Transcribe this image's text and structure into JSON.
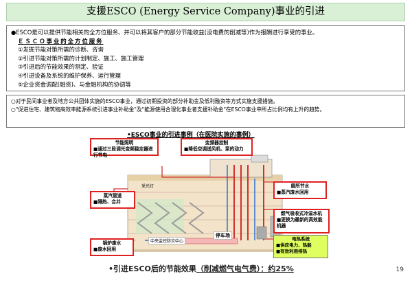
{
  "title": "支援ESCO (Energy Service Company)事业的引进",
  "intro": {
    "lead": "●ESCO是可以提供节能相关的全方位服务、并可以将其客户的部分节能收益(没电费的削减等)作为报酬进行享受的事业。",
    "subtitle": "ＥＳＣＯ事业的全方位服务",
    "items": [
      "①发掘节能对策所需的诊断、咨询",
      "②引进节能对策所需的计划制定、施工、施工管理",
      "③引进后的节能效果的测定、验证",
      "④引进设备及系统的维护保养、运行管理",
      "⑤企业资金调配(融资)、与金融机构的协调等"
    ]
  },
  "support": {
    "p1": "○对于民间事业者及地方公共团体实施的ESCO事业，通过初期投资的部分补助金及低利融资等方式实施支援措施。",
    "p2": "○\"促进住宅、建筑物高效率能源系统引进事业补助金\"及\"能源使用合理化事业者支援补助金\"在ESCO事业中所占比例均有上升的趋势。"
  },
  "example_title": "•ESCO事业的引进事例（在医院实施的事例）",
  "diagram": {
    "boxes": {
      "lighting": {
        "title": "节能照明",
        "text": "■通过三段调光变频稳定器进行节电"
      },
      "transducer": {
        "title": "变频器控制",
        "text": "■降低空调送风机、泵的动力"
      },
      "steam": {
        "title": "蒸汽管道",
        "text": "■隔热、合并"
      },
      "water_saving": {
        "title": "厕所节水",
        "text": "■蒸汽废水回用"
      },
      "absorption": {
        "title": "燃气吸收式冷温水机",
        "text": "■更换为最新的高效能机器"
      },
      "boiler": {
        "title": "锅炉废水",
        "text": "■废水回用"
      },
      "power": {
        "title": "电热系统",
        "text": "■供应电力、热能",
        "text2": "■有效利用排热"
      }
    },
    "inner_labels": {
      "skylight": "采光灯",
      "control_center": "中央监控防灾中心",
      "parking": "停车场"
    }
  },
  "footer": {
    "prefix": "•引进ESCO后的节能效果",
    "effect": "（削减燃气电气费）：约25%"
  },
  "page_number": "19",
  "colors": {
    "title_bg": "#d9f0d6",
    "red_border": "#e02020",
    "green_box": "#dfff60"
  }
}
